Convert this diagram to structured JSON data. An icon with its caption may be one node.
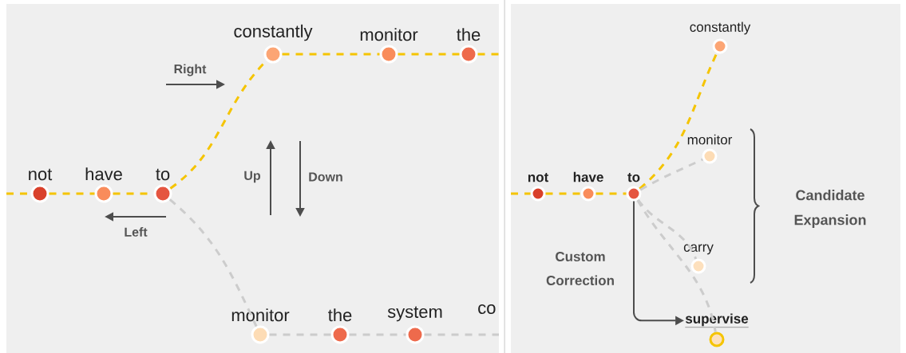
{
  "diagram": {
    "nodes": [
      {
        "text": [
          "not"
        ]
      },
      {
        "text": [
          "have"
        ]
      },
      {
        "text": [
          "to"
        ]
      },
      {
        "text": [
          "constantly"
        ]
      },
      {
        "text": [
          "monitor"
        ]
      },
      {
        "text": [
          "the"
        ]
      },
      {
        "text": [
          "monitor"
        ]
      },
      {
        "text": [
          "the"
        ]
      },
      {
        "text": [
          "system"
        ]
      },
      {
        "text": [
          "not"
        ]
      },
      {
        "text": [
          "have"
        ]
      },
      {
        "text": [
          "to"
        ]
      },
      {
        "text": [
          "constantly"
        ]
      },
      {
        "text": [
          "monitor"
        ]
      },
      {
        "text": [
          "carry"
        ]
      },
      {
        "text": [
          "supervise"
        ]
      }
    ],
    "edges": [
      {
        "from": null,
        "to": 0,
        "arrow": "none",
        "style": "dashed",
        "color": "#f5c400"
      },
      {
        "from": 0,
        "to": 1,
        "arrow": "none",
        "style": "dashed",
        "color": "#f5c400"
      },
      {
        "from": 1,
        "to": 2,
        "arrow": "none",
        "style": "dashed",
        "color": "#f5c400"
      },
      {
        "from": 2,
        "to": 3,
        "arrow": "none",
        "style": "dashed",
        "color": "#f5c400"
      },
      {
        "from": 3,
        "to": 4,
        "arrow": "none",
        "style": "dashed",
        "color": "#f5c400"
      },
      {
        "from": 4,
        "to": 5,
        "arrow": "none",
        "style": "dashed",
        "color": "#f5c400"
      },
      {
        "from": 5,
        "to": null,
        "arrow": "none",
        "style": "dashed",
        "color": "#f5c400"
      },
      {
        "from": 2,
        "to": 6,
        "arrow": "none",
        "style": "dashed",
        "color": "#cccccc"
      },
      {
        "from": 6,
        "to": 7,
        "arrow": "none",
        "style": "dashed",
        "color": "#cccccc"
      },
      {
        "from": 7,
        "to": 8,
        "arrow": "none",
        "style": "dashed",
        "color": "#cccccc"
      },
      {
        "from": 8,
        "to": null,
        "arrow": "none",
        "style": "dashed",
        "color": "#cccccc"
      },
      {
        "from": null,
        "to": 9,
        "arrow": "none",
        "style": "dashed",
        "color": "#f5c400"
      },
      {
        "from": 9,
        "to": 10,
        "arrow": "none",
        "style": "dashed",
        "color": "#f5c400"
      },
      {
        "from": 10,
        "to": 11,
        "arrow": "none",
        "style": "dashed",
        "color": "#f5c400"
      },
      {
        "from": 11,
        "to": 12,
        "arrow": "none",
        "style": "dashed",
        "color": "#f5c400"
      },
      {
        "from": 11,
        "to": 13,
        "arrow": "none",
        "style": "dashed",
        "color": "#cccccc"
      },
      {
        "from": 11,
        "to": 14,
        "arrow": "none",
        "style": "dashed",
        "color": "#cccccc"
      },
      {
        "from": 11,
        "to": 15,
        "arrow": "none",
        "style": "dashed",
        "color": "#cccccc"
      },
      {
        "from": 11,
        "to": 15,
        "arrow": "to",
        "color": "#4d4d4d",
        "label": "Custom Correction"
      }
    ],
    "labels": [
      "Right",
      "Up",
      "Down",
      "Left",
      "co",
      "Candidate Expansion"
    ]
  }
}
